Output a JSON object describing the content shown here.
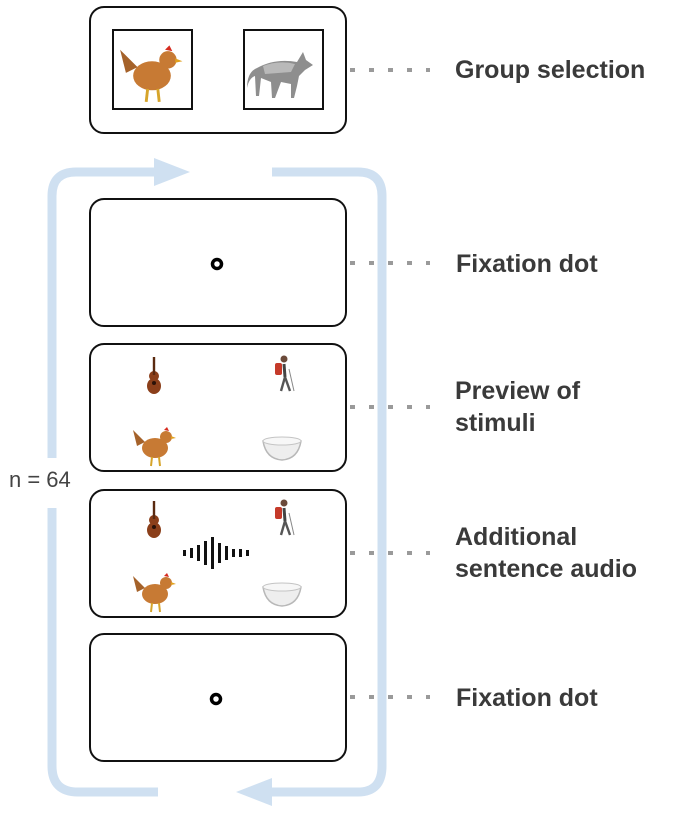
{
  "steps": {
    "group_selection": "Group selection",
    "fixation_top": "Fixation dot",
    "preview": [
      "Preview of",
      "stimuli"
    ],
    "audio": [
      "Additional",
      "sentence audio"
    ],
    "fixation_bottom": "Fixation dot"
  },
  "loop": {
    "label": "n = 64"
  },
  "icons": {
    "group_left": "chicken-icon",
    "group_right": "wolf-icon",
    "stimuli": [
      "guitar-icon",
      "hiker-icon",
      "chicken-icon",
      "bowl-icon"
    ],
    "audio": "sound-wave-icon"
  },
  "colors": {
    "loop_arrow": "#cfe0f1",
    "connector": "#9a9a9a",
    "frame": "#111111"
  }
}
